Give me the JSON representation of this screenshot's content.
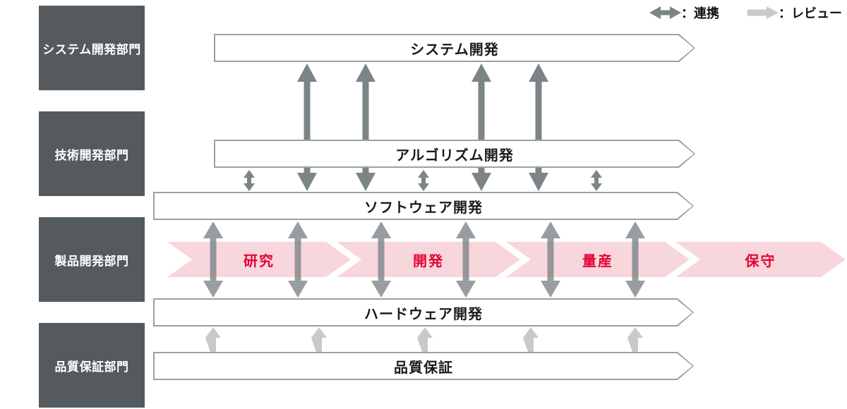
{
  "legend": {
    "collaboration_label": "：連携",
    "review_label": "：レビュー"
  },
  "departments": [
    {
      "label": "システム開発部門"
    },
    {
      "label": "技術開発部門"
    },
    {
      "label": "製品開発部門"
    },
    {
      "label": "品質保証部門"
    }
  ],
  "banners": [
    {
      "label": "システム開発"
    },
    {
      "label": "アルゴリズム開発"
    },
    {
      "label": "ソフトウェア開発"
    },
    {
      "label": "ハードウェア開発"
    },
    {
      "label": "品質保証"
    }
  ],
  "phases": [
    {
      "label": "研究"
    },
    {
      "label": "開発"
    },
    {
      "label": "量産"
    },
    {
      "label": "保守"
    }
  ],
  "colors": {
    "department_box": "#545a5d",
    "banner_border": "#9aa0a3",
    "banner_fill": "#ffffff",
    "collaboration_arrow": "#7d8488",
    "review_arrow": "#c6cacc",
    "phase_fill": "#f8d7dc",
    "phase_text": "#e60033",
    "text": "#1a1a1a"
  }
}
